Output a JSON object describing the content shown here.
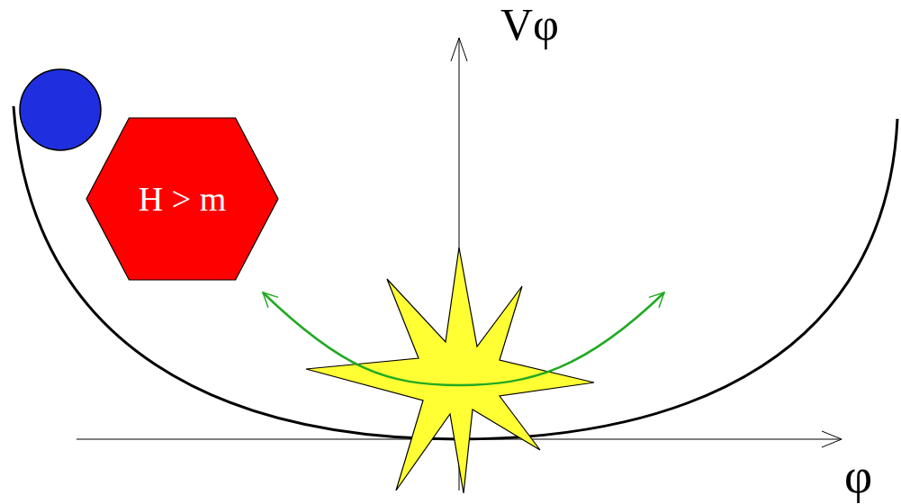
{
  "diagram": {
    "nodes": [
      {
        "text": [
          "H > m"
        ]
      }
    ],
    "labels": [
      "Vφ",
      "φ"
    ]
  }
}
